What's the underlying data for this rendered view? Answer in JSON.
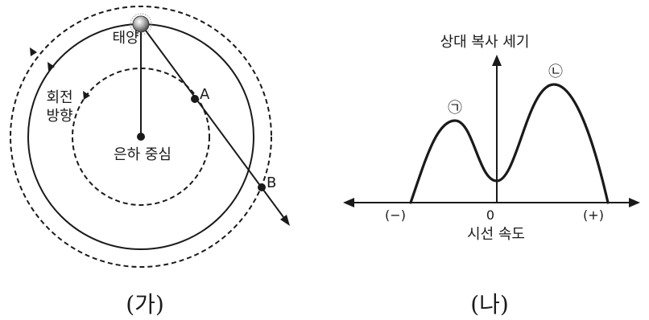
{
  "panel_ga": {
    "caption": "(가)",
    "sun_label": "태양",
    "rotation_label_line1": "회전",
    "rotation_label_line2": "방향",
    "center_label": "은하 중심",
    "point_a": "A",
    "point_b": "B"
  },
  "panel_na": {
    "caption": "(나)",
    "y_axis_label": "상대 복사 세기",
    "x_axis_label": "시선 속도",
    "tick_neg": "(−)",
    "tick_zero": "0",
    "tick_pos": "(+)",
    "peak_1": "㉠",
    "peak_2": "㉡"
  },
  "colors": {
    "ink": "#1a1a1a",
    "sun": "#9a9a9a"
  }
}
